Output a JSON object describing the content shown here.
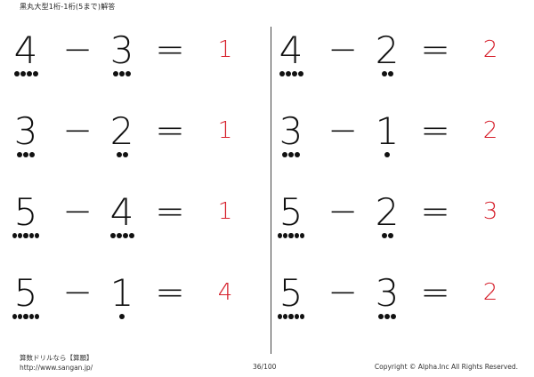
{
  "header": {
    "title": "黒丸大型1桁-1桁(5まで)解答"
  },
  "columns": [
    {
      "problems": [
        {
          "a": "4",
          "b": "3",
          "op": "−",
          "eq": "=",
          "answer": "1",
          "a_dots": 4,
          "b_dots": 3
        },
        {
          "a": "3",
          "b": "2",
          "op": "−",
          "eq": "=",
          "answer": "1",
          "a_dots": 3,
          "b_dots": 2
        },
        {
          "a": "5",
          "b": "4",
          "op": "−",
          "eq": "=",
          "answer": "1",
          "a_dots": 5,
          "b_dots": 4
        },
        {
          "a": "5",
          "b": "1",
          "op": "−",
          "eq": "=",
          "answer": "4",
          "a_dots": 5,
          "b_dots": 1
        }
      ]
    },
    {
      "problems": [
        {
          "a": "4",
          "b": "2",
          "op": "−",
          "eq": "=",
          "answer": "2",
          "a_dots": 4,
          "b_dots": 2
        },
        {
          "a": "3",
          "b": "1",
          "op": "−",
          "eq": "=",
          "answer": "2",
          "a_dots": 3,
          "b_dots": 1
        },
        {
          "a": "5",
          "b": "2",
          "op": "−",
          "eq": "=",
          "answer": "3",
          "a_dots": 5,
          "b_dots": 2
        },
        {
          "a": "5",
          "b": "3",
          "op": "−",
          "eq": "=",
          "answer": "2",
          "a_dots": 5,
          "b_dots": 3
        }
      ]
    }
  ],
  "footer": {
    "brand": "算数ドリルなら【算願】",
    "url": "http://www.sangan.jp/",
    "page": "36/100",
    "copyright": "Copyright © Alpha.Inc All Rights Reserved."
  },
  "colors": {
    "answer": "#d6202c",
    "text": "#111111"
  }
}
